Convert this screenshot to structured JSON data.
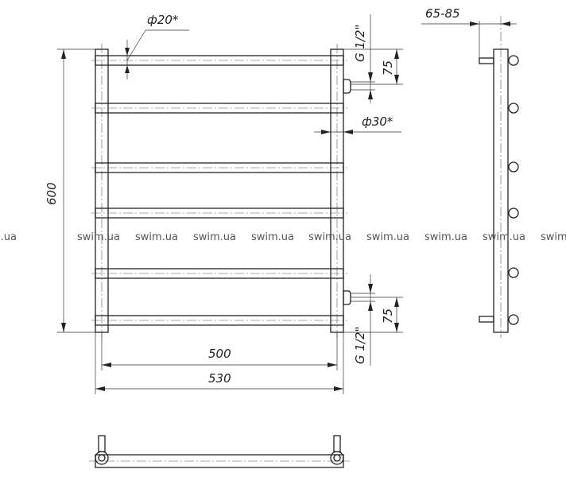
{
  "dimensions": {
    "tube_diameter": "ф20*",
    "upright_diameter": "ф30*",
    "height": "600",
    "inner_width": "500",
    "outer_width": "530",
    "thread_top": "G 1/2\"",
    "thread_bottom": "G 1/2\"",
    "connection_offset_top": "75",
    "connection_offset_bottom": "75",
    "wall_distance": "65-85"
  },
  "watermark": [
    "swim.ua",
    "swim.ua",
    "swim.ua",
    "swim.ua",
    "swim.ua",
    "swim.ua",
    "swim.ua",
    "swim.ua",
    "swim.ua",
    "swim.ua"
  ]
}
